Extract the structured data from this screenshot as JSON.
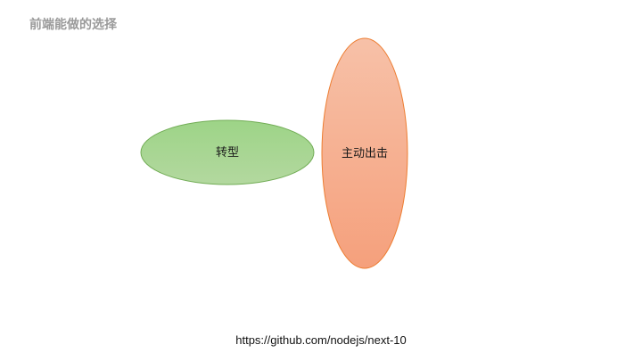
{
  "slide": {
    "title": "前端能做的选择",
    "footer_url": "https://github.com/nodejs/next-10"
  },
  "diagram": {
    "nodes": [
      {
        "id": "transform",
        "label": "转型",
        "fill_top": "#9dd487",
        "fill_bottom": "#b3d89f",
        "stroke": "#72ad56"
      },
      {
        "id": "take-initiative",
        "label": "主动出击",
        "fill_top": "#f7c1a8",
        "fill_bottom": "#f5a07c",
        "stroke": "#ed7d31"
      }
    ]
  }
}
